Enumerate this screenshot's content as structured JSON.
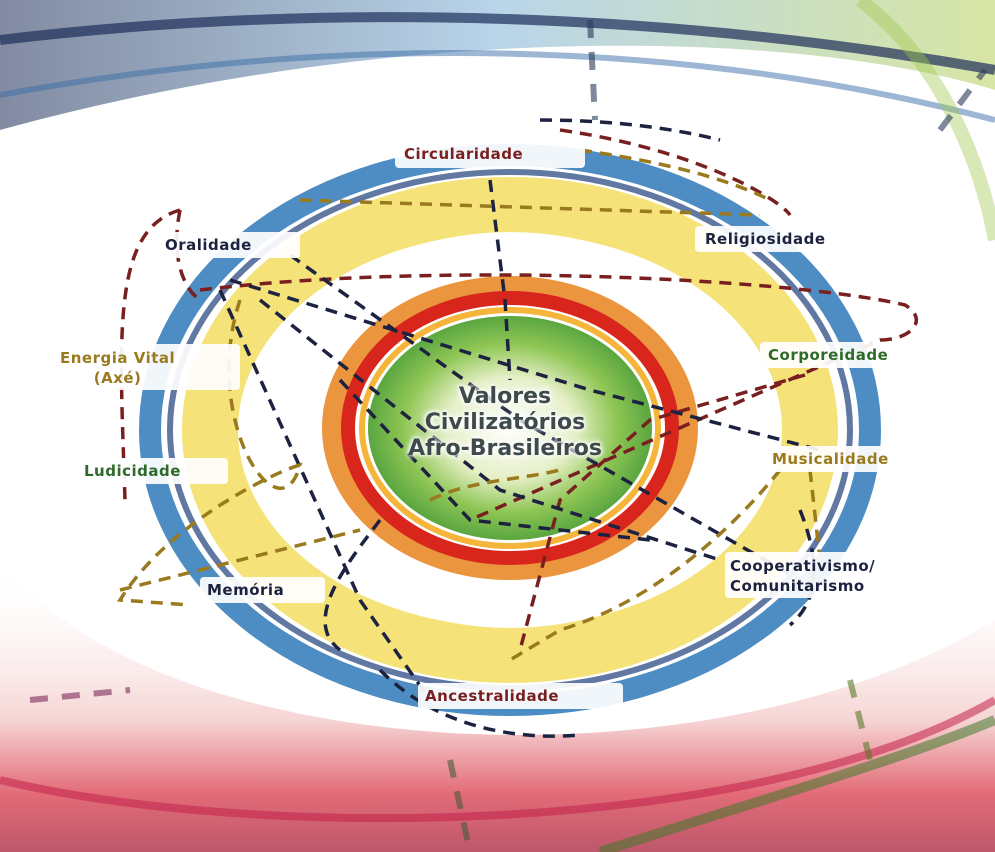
{
  "center": {
    "line1": "Valores",
    "line2": "Civilizatórios",
    "line3": "Afro-Brasileiros"
  },
  "values": {
    "circularidade": "Circularidade",
    "religiosidade": "Religiosidade",
    "oralidade": "Oralidade",
    "energia_vital_1": "Energia Vital",
    "energia_vital_2": "(Axé)",
    "corporeidade": "Corporeidade",
    "ludicidade": "Ludicidade",
    "musicalidade": "Musicalidade",
    "memoria": "Memória",
    "cooperativismo_1": "Cooperativismo/",
    "cooperativismo_2": "Comunitarismo",
    "ancestralidade": "Ancestralidade"
  },
  "colors": {
    "dark_red": "#7a1f1f",
    "navy": "#1d2240",
    "olive_gold": "#9a7a1e",
    "green": "#2e6a2a",
    "ring_red": "#d9261c",
    "ring_orange": "#e9892a",
    "ring_yellow": "#f2d94e",
    "ring_blue": "#2f79b8"
  }
}
